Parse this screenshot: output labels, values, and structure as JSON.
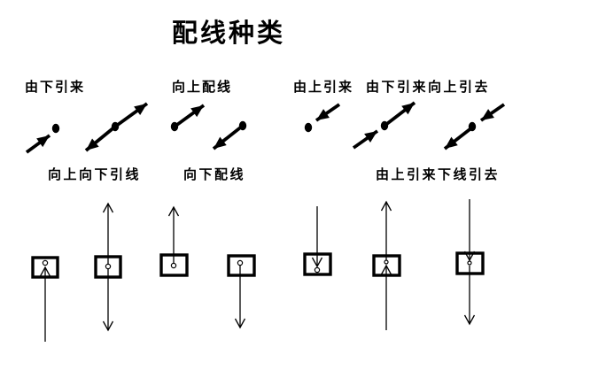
{
  "page": {
    "background": "#ffffff",
    "ink": "#000000"
  },
  "title": "配线种类",
  "symbol_labels": {
    "from_below": "由下引来",
    "wiring_up": "向上配线",
    "from_above": "由上引来",
    "from_below_out_up": "由下引来向上引去",
    "lead_up_down": "向上向下引线",
    "wiring_down": "向下配线",
    "from_above_out_down": "由上引来下线引去"
  }
}
